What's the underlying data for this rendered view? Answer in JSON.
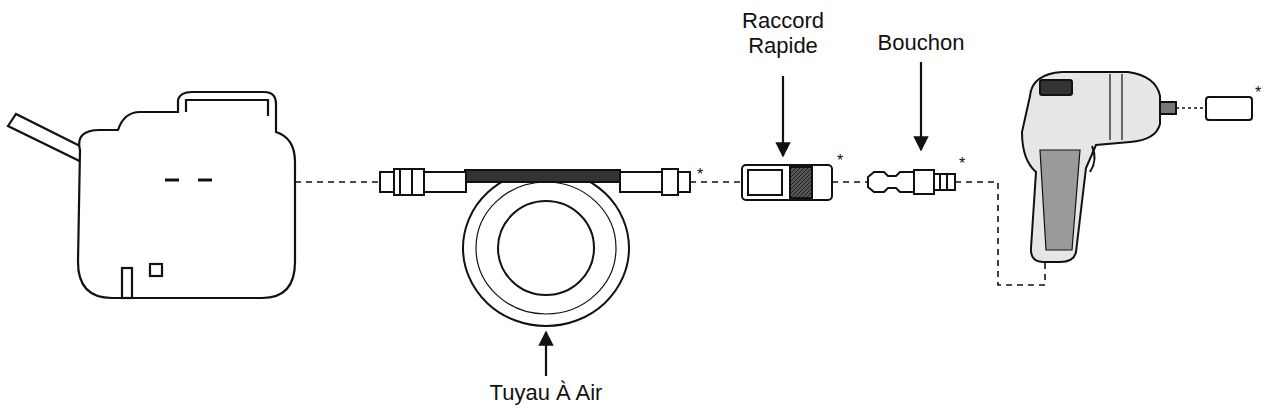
{
  "diagram": {
    "labels": [
      "Raccord Rapide",
      "Bouchon",
      "*",
      "*",
      "*",
      "*",
      "Tuyau À Air"
    ]
  }
}
